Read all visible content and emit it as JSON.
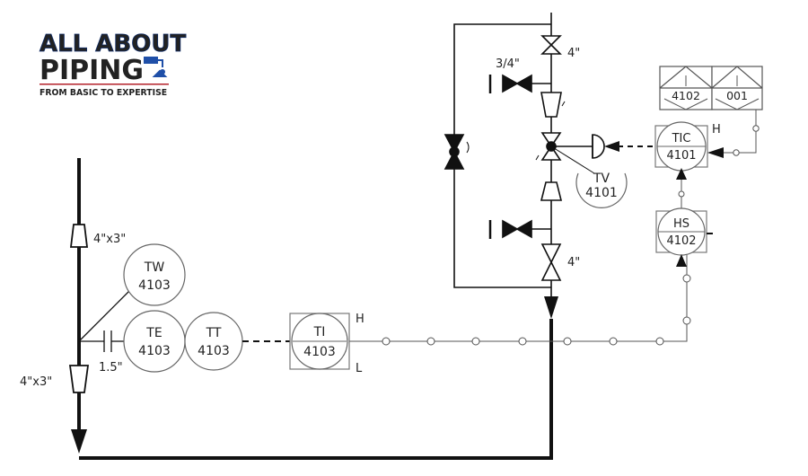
{
  "logo": {
    "line1": "ALL ABOUT",
    "line2": "PIPING",
    "tagline": "FROM BASIC TO EXPERTISE",
    "colors": {
      "blue": "#1f4fa8",
      "dark": "#222222",
      "red": "#b3202a"
    }
  },
  "pipe_labels": {
    "reducer_top": "4\"x3\"",
    "reducer_bottom": "4\"x3\"",
    "orifice_size": "1.5\"",
    "gate_top": "4\"",
    "gate_bottom": "4\"",
    "drain": "3/4\""
  },
  "instruments": {
    "tw": {
      "tag": "TW",
      "num": "4103"
    },
    "te": {
      "tag": "TE",
      "num": "4103"
    },
    "tt": {
      "tag": "TT",
      "num": "4103"
    },
    "ti": {
      "tag": "TI",
      "num": "4103",
      "high": "H",
      "low": "L"
    },
    "tv": {
      "tag": "TV",
      "num": "4101"
    },
    "tic": {
      "tag": "TIC",
      "num": "4101",
      "high": "H"
    },
    "hs": {
      "tag": "HS",
      "num": "4102"
    },
    "logic_left": {
      "num": "4102"
    },
    "logic_right": {
      "num": "001"
    }
  },
  "colors": {
    "line": "#111111",
    "signal": "#555555",
    "bubble": "#666666"
  }
}
